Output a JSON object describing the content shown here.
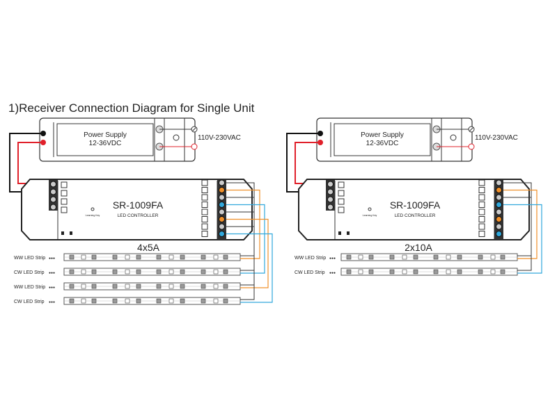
{
  "title": "1)Receiver Connection Diagram for Single Unit",
  "colors": {
    "positive_wire": "#e0202a",
    "negative_wire": "#111111",
    "ww_wire": "#f0902a",
    "cw_wire": "#30a8dc",
    "outline": "#333333"
  },
  "units": [
    {
      "power_supply": {
        "line1": "Power Supply",
        "line2": "12-36VDC"
      },
      "ac_input": "110V-230VAC",
      "controller": {
        "model": "SR-1009FA",
        "subtitle": "LED CONTROLLER",
        "learning_key": "Learning Key"
      },
      "rating": "4x5A",
      "strips": [
        {
          "label": "WW LED Strip",
          "dots": "●●●"
        },
        {
          "label": "CW LED Strip",
          "dots": "●●●"
        },
        {
          "label": "WW LED Strip",
          "dots": "●●●"
        },
        {
          "label": "CW LED Strip",
          "dots": "●●●"
        }
      ]
    },
    {
      "power_supply": {
        "line1": "Power Supply",
        "line2": "12-36VDC"
      },
      "ac_input": "110V-230VAC",
      "controller": {
        "model": "SR-1009FA",
        "subtitle": "LED CONTROLLER",
        "learning_key": "Learning Key"
      },
      "rating": "2x10A",
      "strips": [
        {
          "label": "WW LED Strip",
          "dots": "●●●"
        },
        {
          "label": "CW LED Strip",
          "dots": "●●●"
        }
      ]
    }
  ]
}
